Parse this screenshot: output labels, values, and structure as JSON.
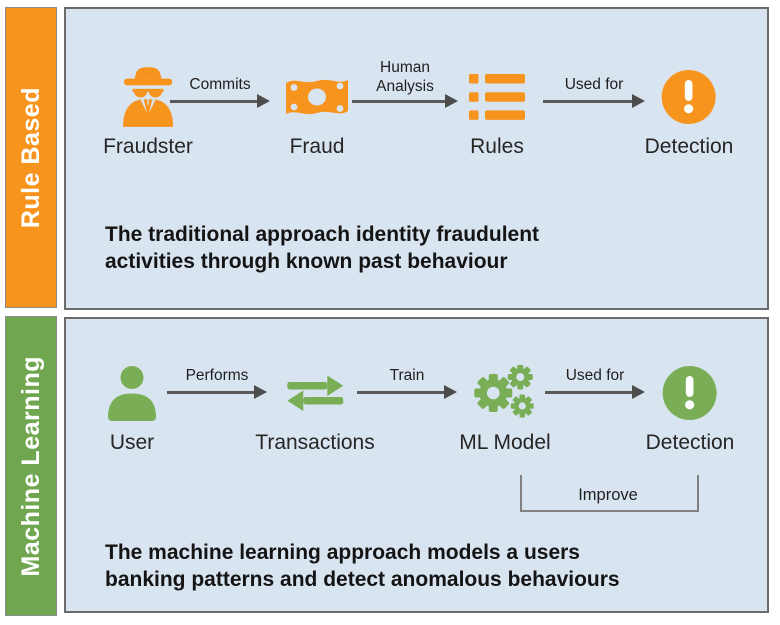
{
  "colors": {
    "orange": "#F7941E",
    "green_bar": "#6FA64F",
    "green_icon": "#79AE57",
    "panel_background": "#D9E4F1",
    "panel_border": "#6B6B6B",
    "arrow_gray": "#5A5A5A",
    "bar_text": "#FFFFFF",
    "text_dark": "#1F1F1F"
  },
  "sections": [
    {
      "bar_label": "Rule Based",
      "caption_line1": "The traditional approach identity fraudulent",
      "caption_line2": "activities through known past behaviour",
      "nodes": [
        {
          "label": "Fraudster",
          "icon": "spy-icon"
        },
        {
          "label": "Fraud",
          "icon": "money-icon"
        },
        {
          "label": "Rules",
          "icon": "list-icon"
        },
        {
          "label": "Detection",
          "icon": "alert-icon"
        }
      ],
      "arrows": [
        {
          "label": "Commits"
        },
        {
          "label": "Human Analysis",
          "line1": "Human",
          "line2": "Analysis"
        },
        {
          "label": "Used for"
        }
      ]
    },
    {
      "bar_label": "Machine Learning",
      "caption_line1": "The machine learning approach models a users",
      "caption_line2": "banking patterns and detect anomalous behaviours",
      "nodes": [
        {
          "label": "User",
          "icon": "user-icon"
        },
        {
          "label": "Transactions",
          "icon": "exchange-icon"
        },
        {
          "label": "ML Model",
          "icon": "gears-icon"
        },
        {
          "label": "Detection",
          "icon": "alert-icon"
        }
      ],
      "arrows": [
        {
          "label": "Performs"
        },
        {
          "label": "Train"
        },
        {
          "label": "Used for"
        }
      ],
      "feedback_label": "Improve"
    }
  ]
}
